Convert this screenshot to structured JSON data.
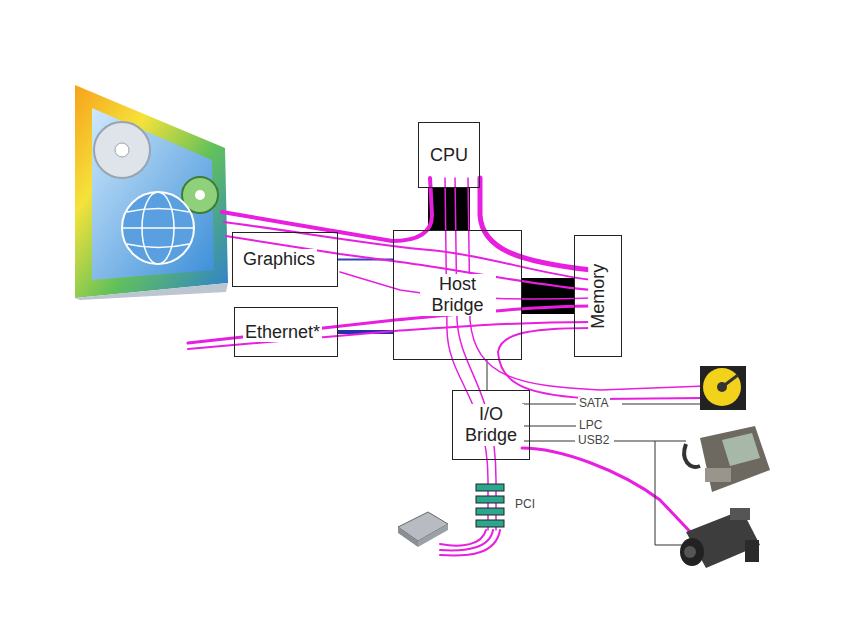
{
  "diagram": {
    "nodes": [
      {
        "text": [
          "CPU"
        ]
      },
      {
        "text": [
          "Graphics"
        ]
      },
      {
        "text": [
          "Host Bridge"
        ]
      },
      {
        "text": [
          "Memory"
        ]
      },
      {
        "text": [
          "Ethernet*"
        ]
      },
      {
        "text": [
          "I/O Bridge"
        ]
      }
    ],
    "edges": [
      {
        "from": 0,
        "to": 2,
        "arrow": "none"
      },
      {
        "from": 1,
        "to": 2,
        "arrow": "none"
      },
      {
        "from": 2,
        "to": 3,
        "arrow": "none"
      },
      {
        "from": 4,
        "to": 2,
        "arrow": "none"
      },
      {
        "from": 2,
        "to": 5,
        "arrow": "none"
      }
    ],
    "labels": [
      "SATA",
      "LPC",
      "USB2",
      "PCI"
    ]
  }
}
